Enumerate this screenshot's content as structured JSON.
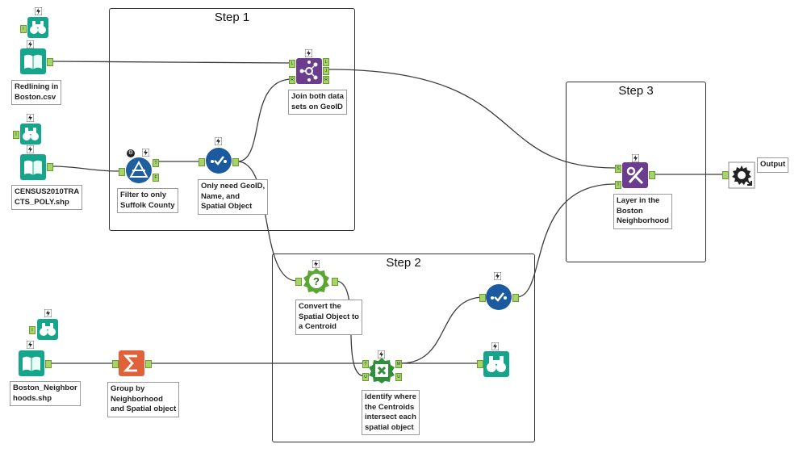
{
  "containers": {
    "step1": "Step 1",
    "step2": "Step 2",
    "step3": "Step 3"
  },
  "annotations": {
    "redlining": "Redlining in\nBoston.csv",
    "census": "CENSUS2010TRA\nCTS_POLY.shp",
    "neighborhoods": "Boston_Neighbor\nhoods.shp",
    "filter": "Filter to only\nSuffolk County",
    "select1": "Only need GeoID,\nName, and\nSpatial Object",
    "join": "Join both data\nsets on GeoID",
    "centroid": "Convert the\nSpatial Object to\na Centroid",
    "summarize": "Group by\nNeighborhood\nand Spatial object",
    "intersect": "Identify where\nthe Centroids\nintersect each\nspatial object",
    "layer": "Layer in the\nBoston\nNeighborhood",
    "output": "Output"
  },
  "colors": {
    "input_teal": "#14a58a",
    "filter_blue": "#1f5f9e",
    "select_blue": "#1c5aa0",
    "join_purple": "#6c3d8f",
    "formula_green": "#5aa632",
    "summarize_orange": "#e0623b",
    "intersect_green": "#2f8f3a",
    "port_green": "#a6d36a"
  },
  "icons": {
    "input": "book-icon",
    "browse": "binoculars-icon",
    "filter": "filter-icon",
    "select": "select-check-icon",
    "join": "join-icon",
    "spatial_info": "question-gear-icon",
    "summarize": "sigma-icon",
    "spatial_match": "spatial-match-icon",
    "overlay": "overlay-icon",
    "macro_output": "gear-output-icon",
    "run_indicator": "lightning-icon"
  }
}
